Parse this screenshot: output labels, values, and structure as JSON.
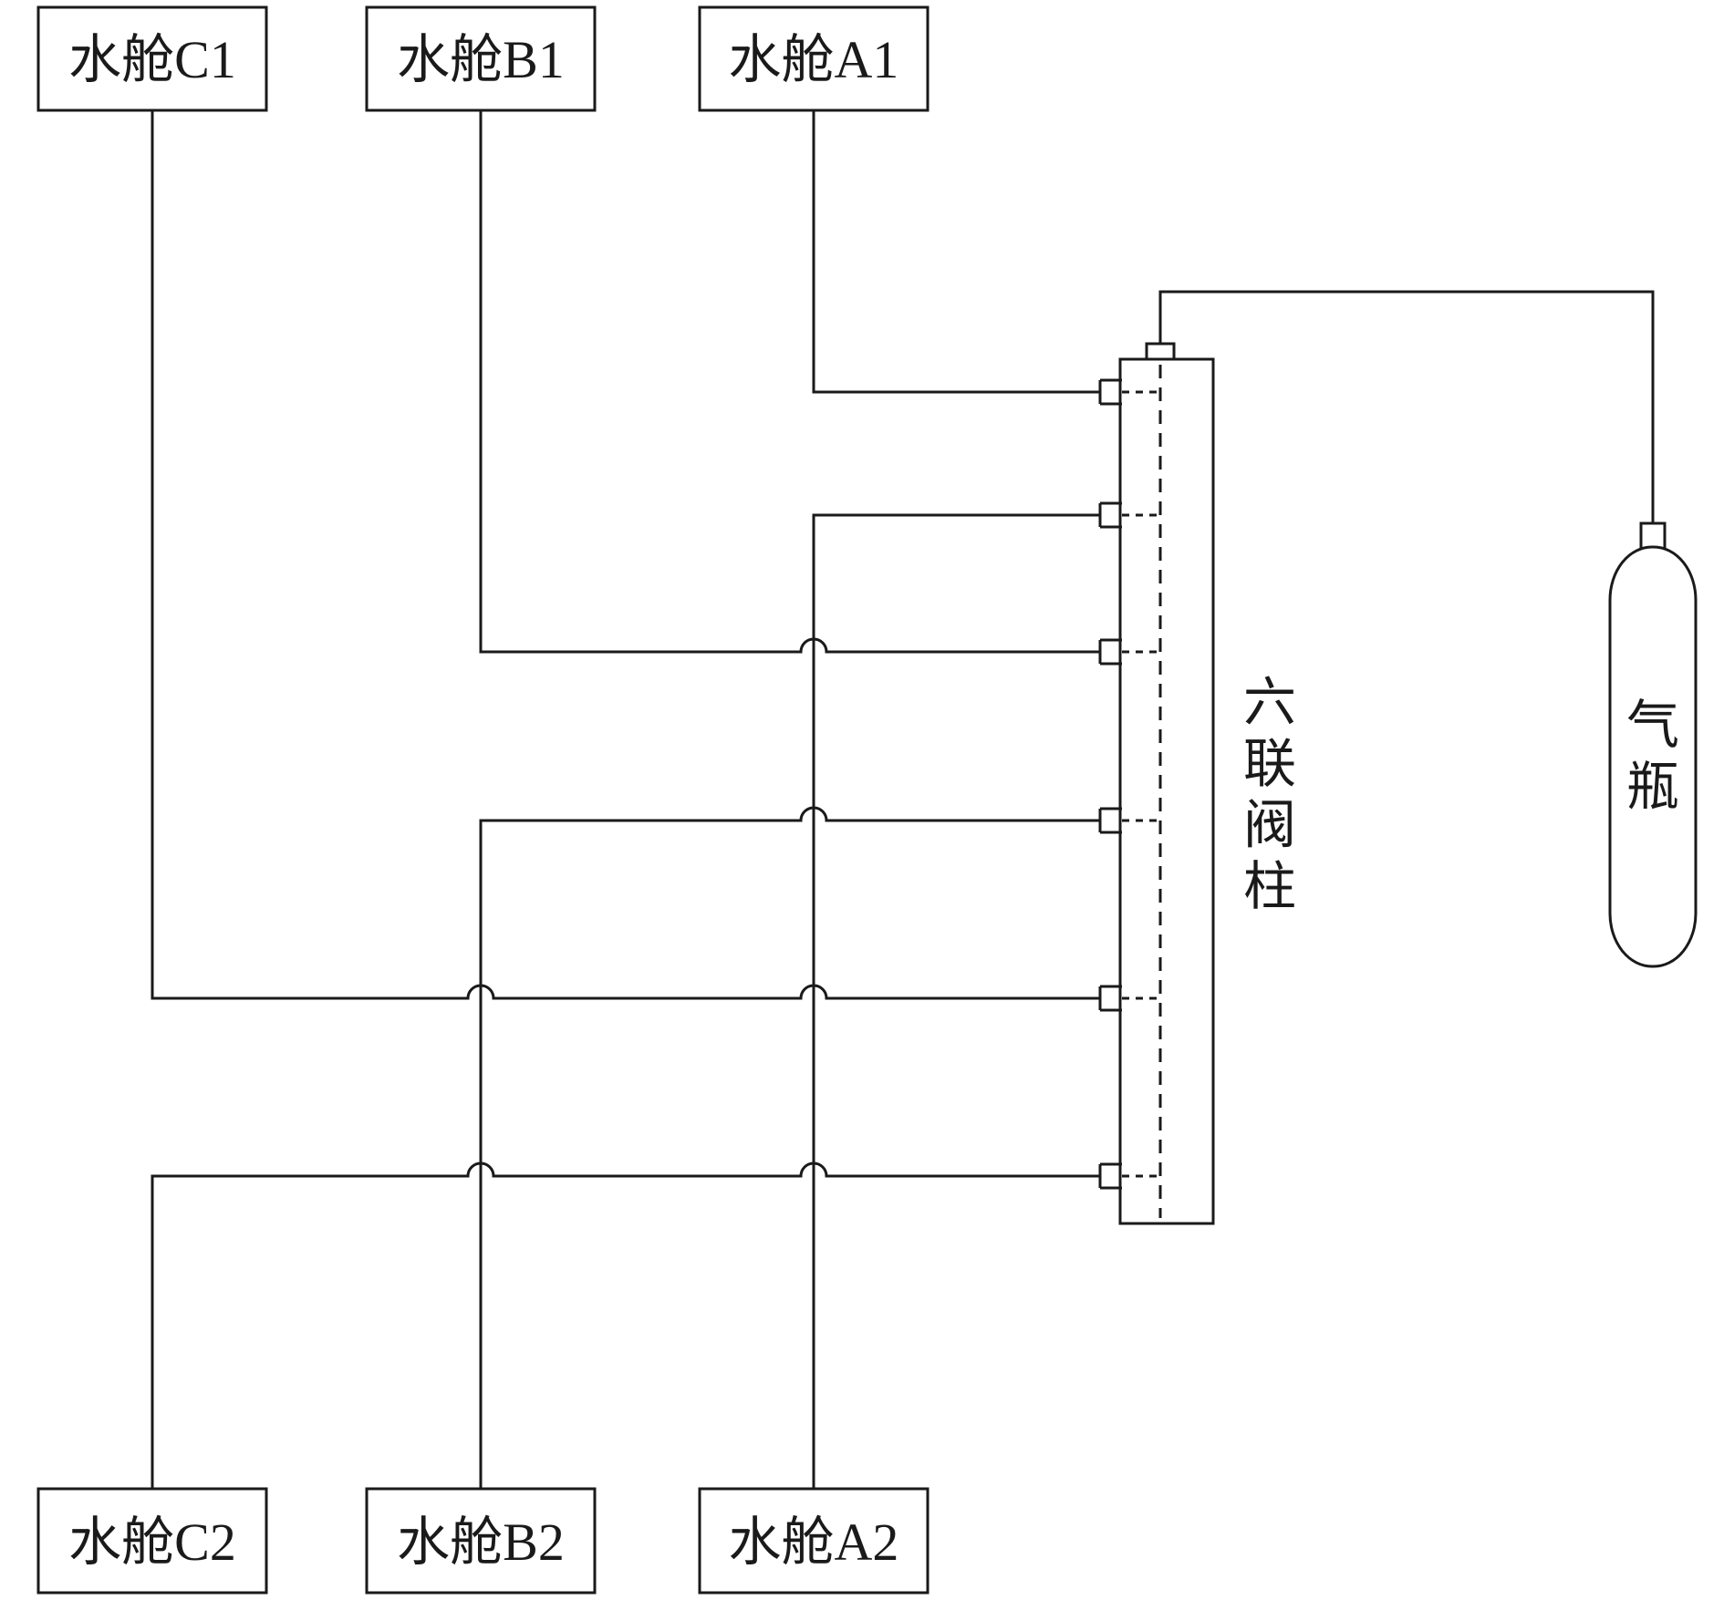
{
  "tanks": [
    {
      "id": "C1",
      "label": "水舱C1",
      "position": "top-left"
    },
    {
      "id": "B1",
      "label": "水舱B1",
      "position": "top-center"
    },
    {
      "id": "A1",
      "label": "水舱A1",
      "position": "top-right"
    },
    {
      "id": "C2",
      "label": "水舱C2",
      "position": "bottom-left"
    },
    {
      "id": "B2",
      "label": "水舱B2",
      "position": "bottom-center"
    },
    {
      "id": "A2",
      "label": "水舱A2",
      "position": "bottom-right"
    }
  ],
  "valve_column": {
    "label": "六联阀柱",
    "port_count": 6,
    "port_order_top_to_bottom": [
      "水舱A1",
      "水舱A2",
      "水舱B1",
      "水舱B2",
      "水舱C1",
      "水舱C2"
    ]
  },
  "gas_bottle": {
    "label": "气瓶"
  },
  "style": {
    "line_color": "#1a1a1a",
    "background": "#ffffff"
  }
}
